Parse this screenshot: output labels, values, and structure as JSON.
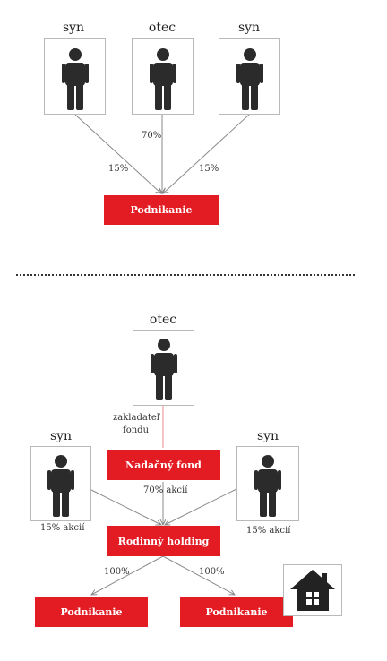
{
  "top": {
    "people": [
      {
        "label": "syn",
        "share": "15%"
      },
      {
        "label": "otec",
        "share": "70%"
      },
      {
        "label": "syn",
        "share": "15%"
      }
    ],
    "target": "Podnikanie"
  },
  "bottom": {
    "father": "otec",
    "founder_label_1": "zakladateľ",
    "founder_label_2": "fondu",
    "fund": "Nadačný fond",
    "fund_share": "70% akcií",
    "son_left": "syn",
    "son_left_share": "15% akcií",
    "son_right": "syn",
    "son_right_share": "15% akcií",
    "holding": "Rodinný holding",
    "holding_left_share": "100%",
    "holding_right_share": "100%",
    "business_left": "Podnikanie",
    "business_right": "Podnikanie"
  },
  "colors": {
    "red": "#e31b23",
    "person": "#2b2b2b",
    "line": "#8a8a8a",
    "founder_line": "#e88a8f"
  },
  "icons": [
    "person-icon",
    "house-icon"
  ]
}
